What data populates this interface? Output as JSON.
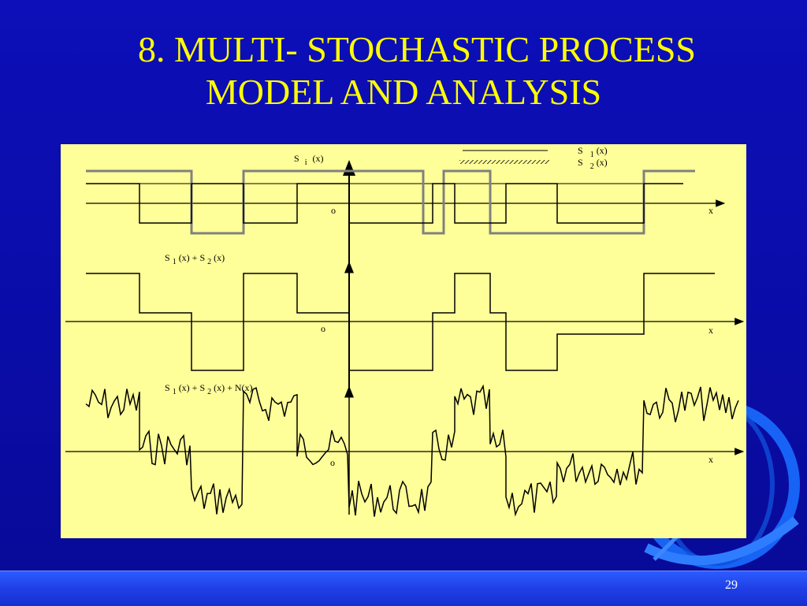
{
  "slide": {
    "title_line1": "8. MULTI- STOCHASTIC PROCESS",
    "title_line2": "MODEL AND ANALYSIS",
    "slide_number": "29"
  },
  "colors": {
    "background": "#0c0eb0",
    "title": "#ffff00",
    "panel": "#ffff99",
    "signal_s1": "#000000",
    "signal_s2": "#808080",
    "footer": "#1f3fe6"
  },
  "diagram": {
    "plot1": {
      "y_label": "S",
      "y_label_sub": "i",
      "y_label_arg": "(x)",
      "origin_label": "o",
      "x_label": "x",
      "legend": [
        {
          "name": "S",
          "sub": "1",
          "arg": "(x)",
          "style": "solid"
        },
        {
          "name": "S",
          "sub": "2",
          "arg": "(x)",
          "style": "hatched"
        }
      ]
    },
    "plot2": {
      "label_s1": "S",
      "label_s1_sub": "1",
      "label_s1_arg": "(x)   +   S",
      "label_s2_sub": "2",
      "label_s2_arg": "(x)",
      "origin_label": "o",
      "x_label": "x"
    },
    "plot3": {
      "label_s1": "S",
      "label_s1_sub": "1",
      "label_s1_arg": "(x)  +  S",
      "label_s2_sub": "2",
      "label_s2_arg": "(x)  +  N(x)",
      "origin_label": "o",
      "x_label": "x"
    }
  }
}
